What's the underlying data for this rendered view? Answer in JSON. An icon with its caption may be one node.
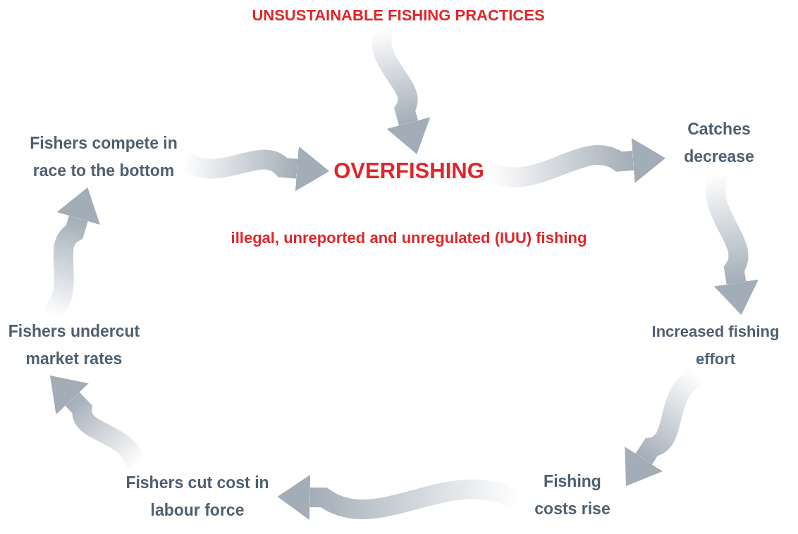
{
  "diagram": {
    "nodes": [
      {
        "text": [
          "UNSUSTAINABLE FISHING PRACTICES"
        ]
      },
      {
        "text": [
          "OVERFISHING"
        ]
      },
      {
        "text": [
          "Catches decrease"
        ]
      },
      {
        "text": [
          "Increased fishing effort"
        ]
      },
      {
        "text": [
          "Fishing costs rise"
        ]
      },
      {
        "text": [
          "Fishers cut cost in labour force"
        ]
      },
      {
        "text": [
          "Fishers undercut market rates"
        ]
      },
      {
        "text": [
          "Fishers compete in race to the bottom"
        ]
      }
    ],
    "edges": [
      {
        "from": 0,
        "to": 1,
        "arrow": "to"
      },
      {
        "from": 1,
        "to": 2,
        "arrow": "to"
      },
      {
        "from": 2,
        "to": 3,
        "arrow": "to"
      },
      {
        "from": 3,
        "to": 4,
        "arrow": "to"
      },
      {
        "from": 4,
        "to": 5,
        "arrow": "to"
      },
      {
        "from": 5,
        "to": 6,
        "arrow": "to"
      },
      {
        "from": 6,
        "to": 7,
        "arrow": "to"
      },
      {
        "from": 7,
        "to": 1,
        "arrow": "to"
      }
    ],
    "labels": [
      "illegal, unreported and unregulated (IUU) fishing"
    ]
  }
}
